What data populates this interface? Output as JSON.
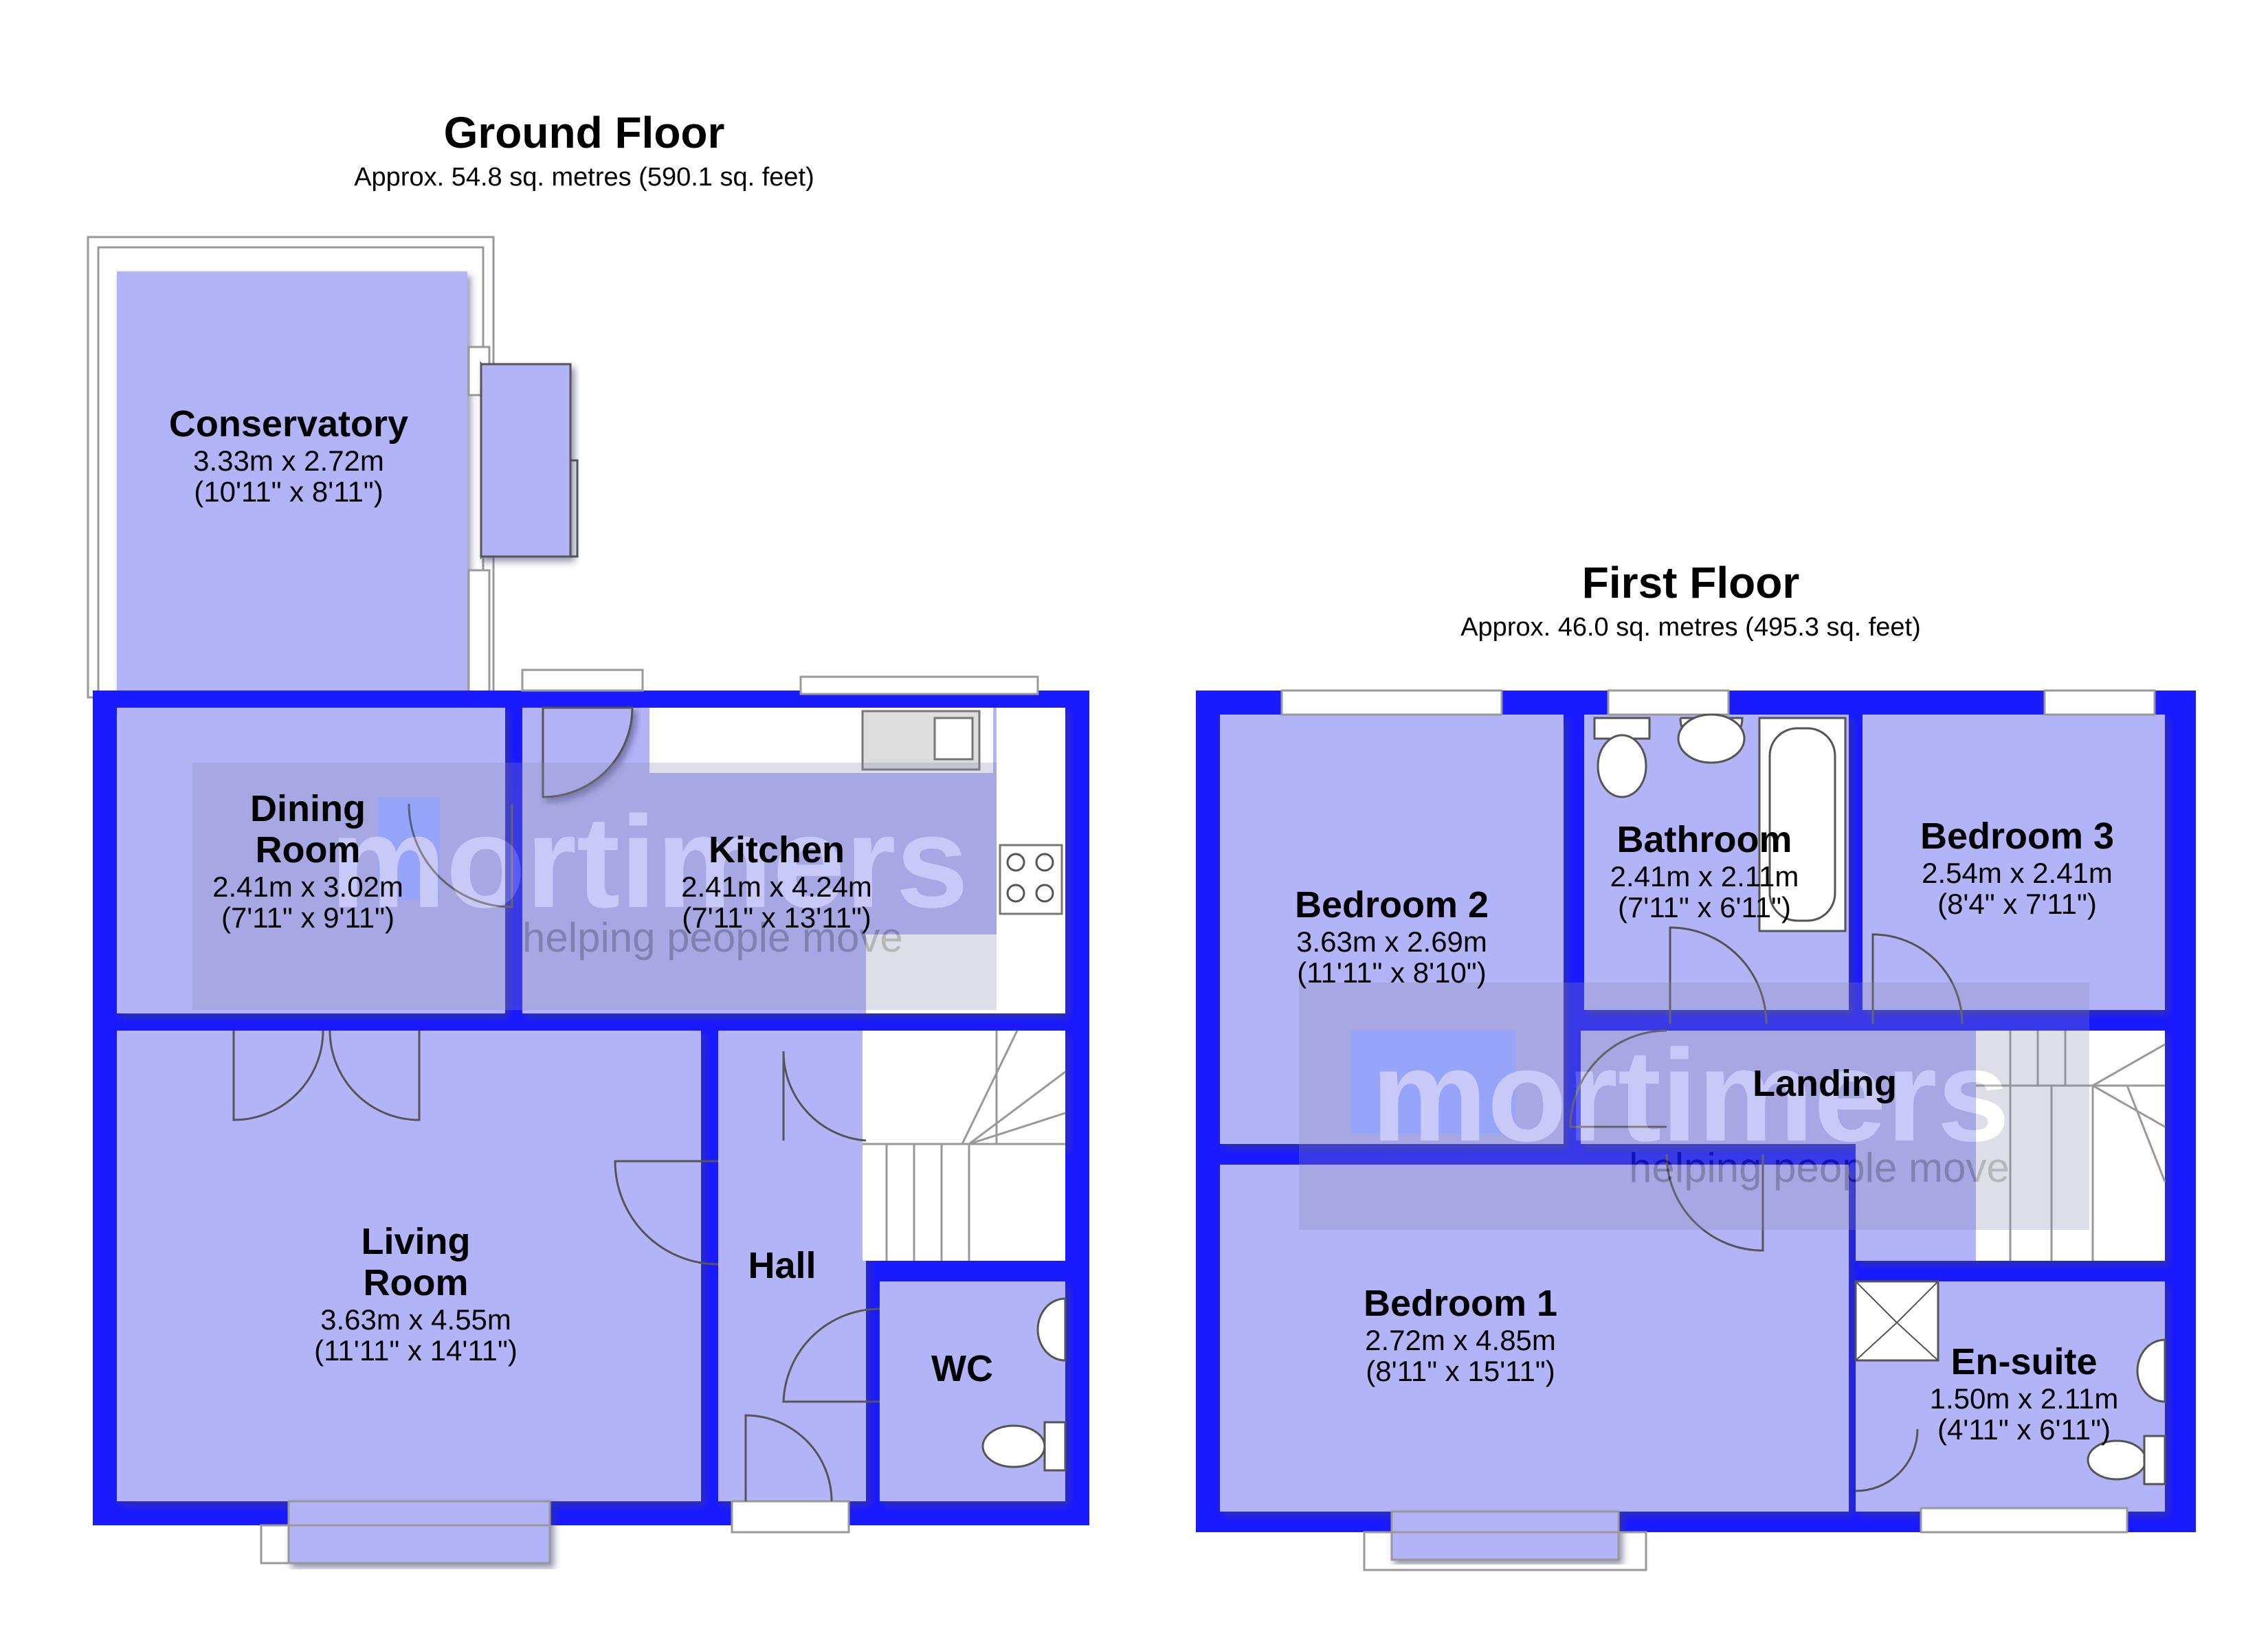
{
  "ground_floor": {
    "title": "Ground Floor",
    "area": "Approx. 54.8 sq. metres (590.1 sq. feet)",
    "rooms": {
      "conservatory": {
        "name": "Conservatory",
        "metric": "3.33m x 2.72m",
        "imperial": "(10'11\" x 8'11\")"
      },
      "dining_room": {
        "name_1": "Dining",
        "name_2": "Room",
        "metric": "2.41m x 3.02m",
        "imperial": "(7'11\" x 9'11\")"
      },
      "kitchen": {
        "name": "Kitchen",
        "metric": "2.41m x 4.24m",
        "imperial": "(7'11\" x 13'11\")"
      },
      "living_room": {
        "name_1": "Living",
        "name_2": "Room",
        "metric": "3.63m x 4.55m",
        "imperial": "(11'11\" x 14'11\")"
      },
      "hall": {
        "name": "Hall"
      },
      "wc": {
        "name": "WC"
      }
    }
  },
  "first_floor": {
    "title": "First Floor",
    "area": "Approx. 46.0 sq. metres (495.3 sq. feet)",
    "rooms": {
      "bedroom_2": {
        "name": "Bedroom 2",
        "metric": "3.63m x 2.69m",
        "imperial": "(11'11\" x 8'10\")"
      },
      "bathroom": {
        "name": "Bathroom",
        "metric": "2.41m x 2.11m",
        "imperial": "(7'11\" x 6'11\")"
      },
      "bedroom_3": {
        "name": "Bedroom 3",
        "metric": "2.54m x 2.41m",
        "imperial": "(8'4\" x 7'11\")"
      },
      "landing": {
        "name": "Landing"
      },
      "bedroom_1": {
        "name": "Bedroom 1",
        "metric": "2.72m x 4.85m",
        "imperial": "(8'11\" x 15'11\")"
      },
      "ensuite": {
        "name": "En-suite",
        "metric": "1.50m x 2.11m",
        "imperial": "(4'11\" x 6'11\")"
      }
    }
  },
  "watermark": {
    "brand": "mortimers",
    "tagline": "helping people move"
  },
  "colors": {
    "wall": "#1a1aff",
    "floor": "#b3b3f7",
    "shadow": "#6f6fb0",
    "fixture": "#ffffff"
  }
}
